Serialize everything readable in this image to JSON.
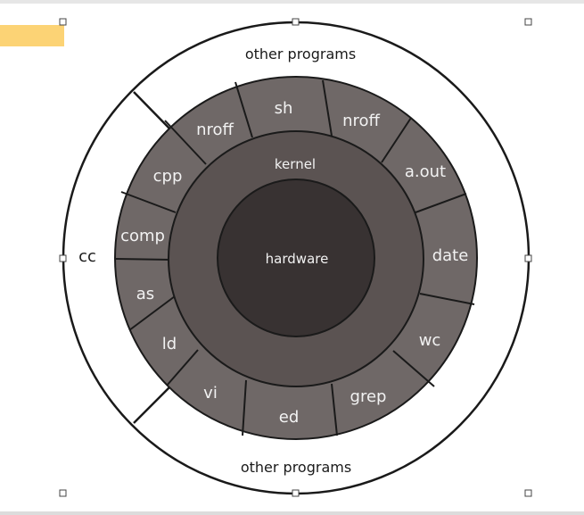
{
  "outer_ring": {
    "top_label": "other programs",
    "bottom_label": "other programs",
    "left_label": "cc"
  },
  "layers": {
    "kernel_label": "kernel",
    "hardware_label": "hardware"
  },
  "segments": {
    "nroff_left": "nroff",
    "sh": "sh",
    "nroff_right": "nroff",
    "aout": "a.out",
    "date": "date",
    "wc": "wc",
    "grep": "grep",
    "ed": "ed",
    "vi": "vi",
    "ld": "ld",
    "as": "as",
    "comp": "comp",
    "cpp": "cpp"
  },
  "colors": {
    "highlight": "#fcd375",
    "segment_fill": "#6f6867",
    "kernel_fill": "#5b5352",
    "hardware_fill": "#383232"
  }
}
